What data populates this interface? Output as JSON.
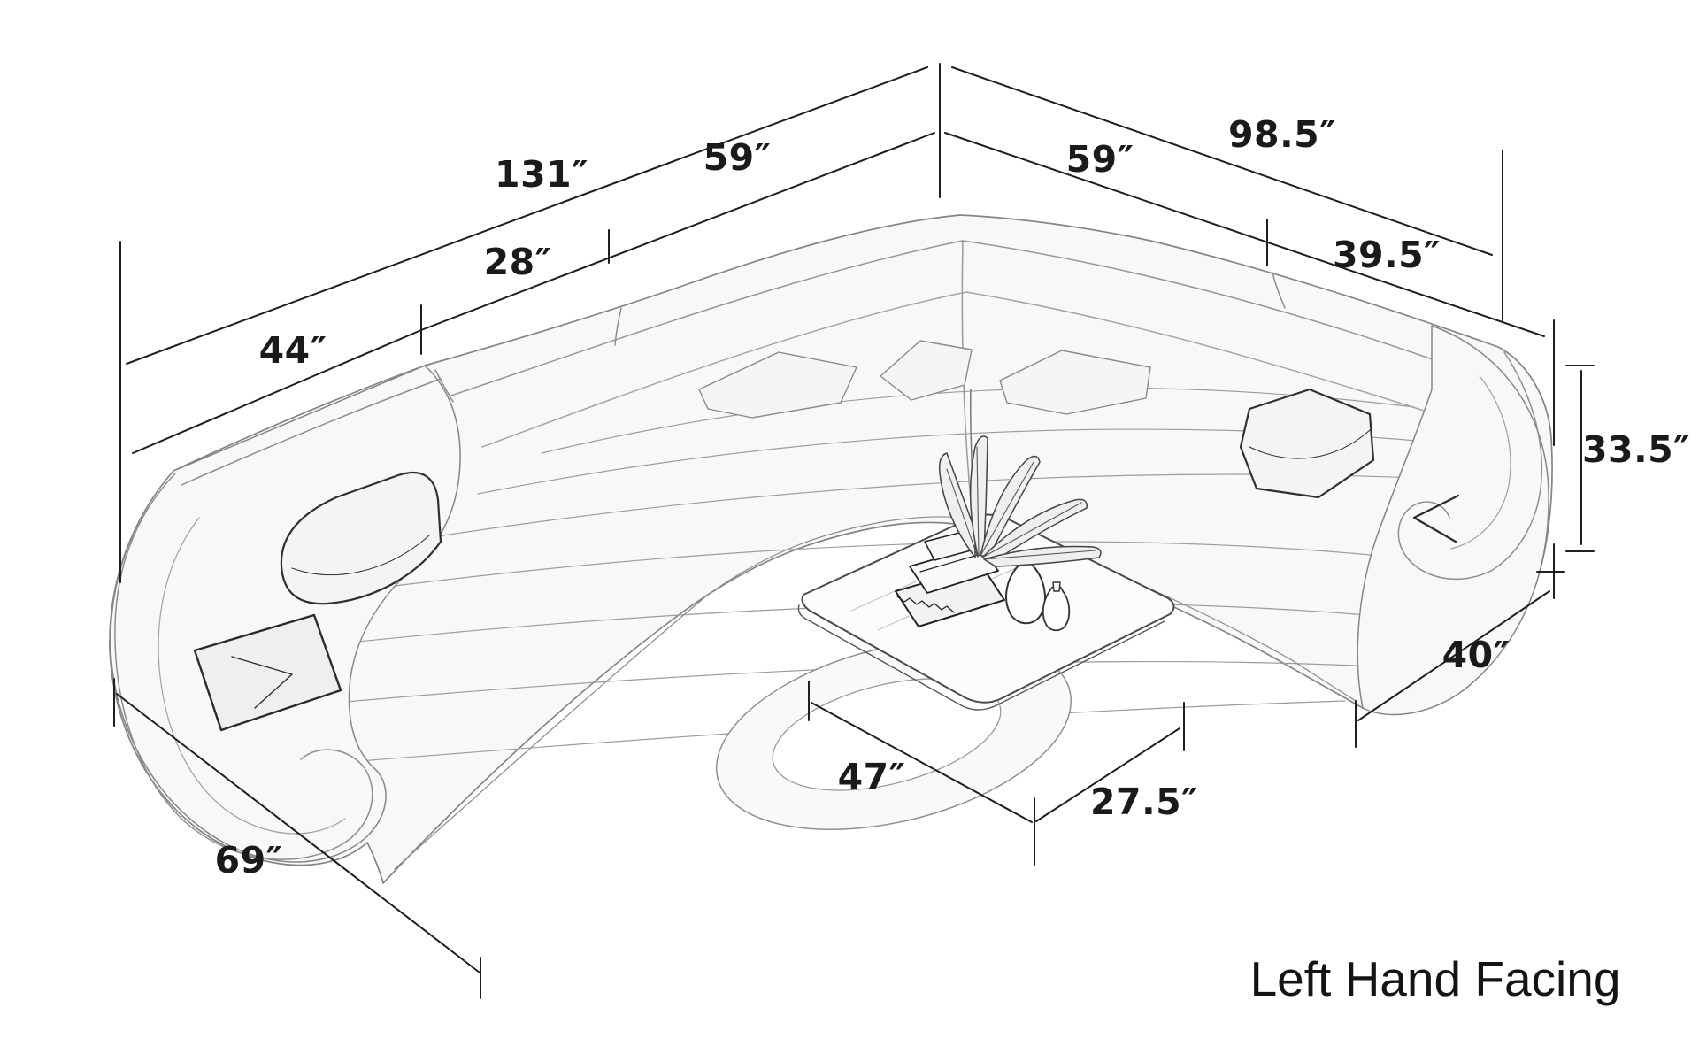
{
  "diagram": {
    "caption": "Left Hand Facing",
    "unit_symbol": "″",
    "dimensions": {
      "left_total": "131″",
      "chaise_width": "44″",
      "left_middle_seat": "28″",
      "left_corner_seat": "59″",
      "right_corner_seat": "59″",
      "right_total": "98.5″",
      "right_end_seat": "39.5″",
      "back_height": "33.5″",
      "arm_depth": "40″",
      "corner_front_edge": "47″",
      "table_front": "27.5″",
      "chaise_depth": "69″"
    },
    "drawing": {
      "furniture": "L-shaped sectional sofa with scroll arms and chaise",
      "accessories": [
        "coffee table",
        "books",
        "vases",
        "plant"
      ]
    }
  }
}
